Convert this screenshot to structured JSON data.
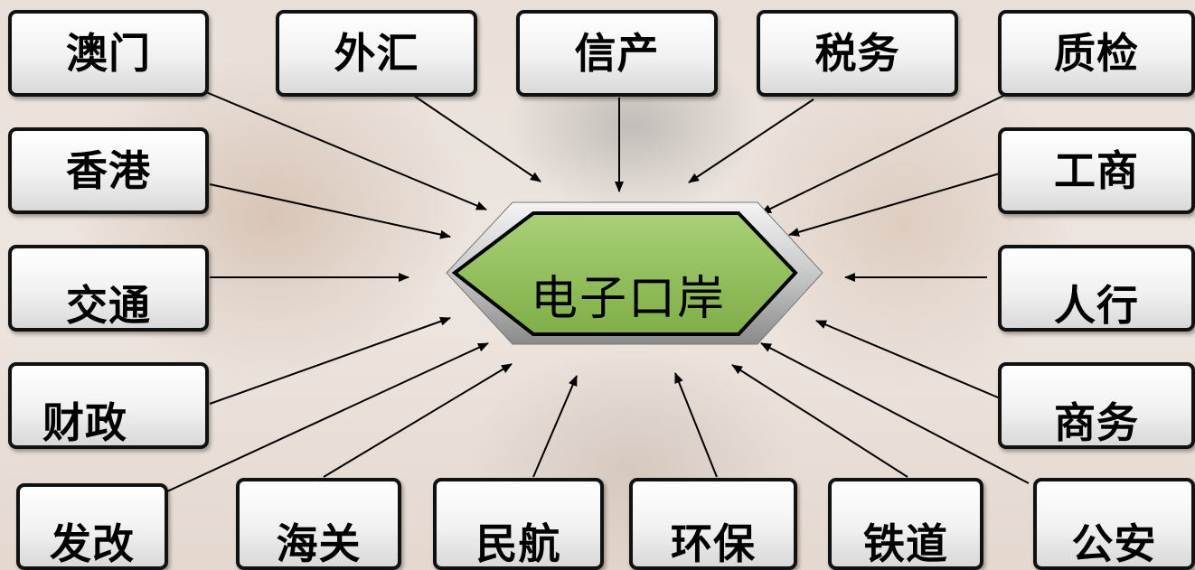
{
  "hub": {
    "label": "电子口岸"
  },
  "agencies": [
    {
      "id": "macau",
      "label": "澳门"
    },
    {
      "id": "forex",
      "label": "外汇"
    },
    {
      "id": "it-industry",
      "label": "信产"
    },
    {
      "id": "tax",
      "label": "税务"
    },
    {
      "id": "quality",
      "label": "质检"
    },
    {
      "id": "hongkong",
      "label": "香港"
    },
    {
      "id": "commerce-industry",
      "label": "工商"
    },
    {
      "id": "transport",
      "label": "交通"
    },
    {
      "id": "central-bank",
      "label": "人行"
    },
    {
      "id": "finance",
      "label": "财政"
    },
    {
      "id": "commerce",
      "label": "商务"
    },
    {
      "id": "development-reform",
      "label": "发改"
    },
    {
      "id": "customs",
      "label": "海关"
    },
    {
      "id": "civil-aviation",
      "label": "民航"
    },
    {
      "id": "environment",
      "label": "环保"
    },
    {
      "id": "railway",
      "label": "铁道"
    },
    {
      "id": "public-security",
      "label": "公安"
    }
  ],
  "colors": {
    "hub_fill": "#8fbf5a",
    "hub_border": "#000000",
    "box_border": "#111111",
    "arrow": "#000000"
  }
}
